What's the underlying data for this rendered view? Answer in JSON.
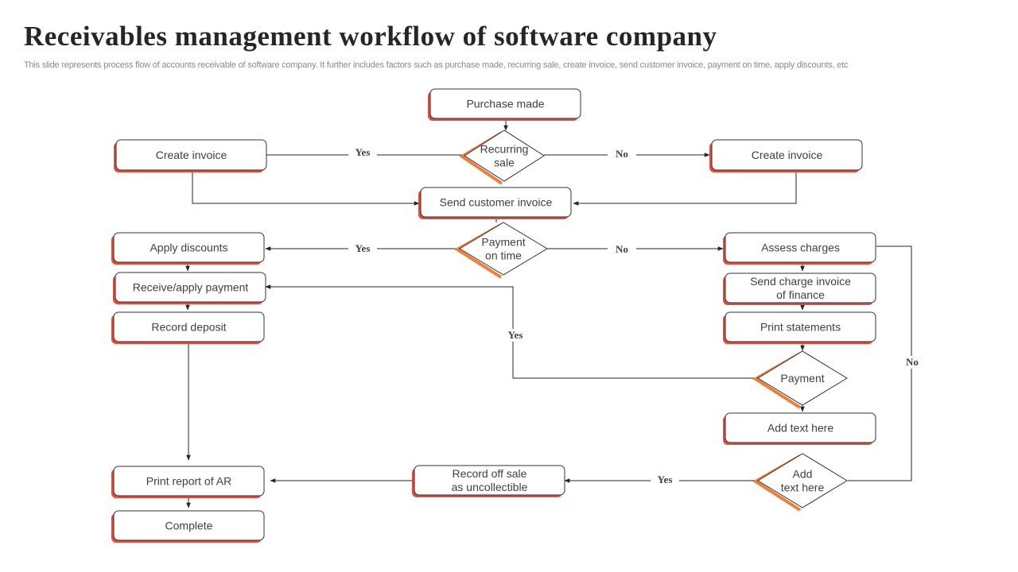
{
  "header": {
    "title": "Receivables management workflow of software company",
    "subtitle": "This slide represents process flow of accounts receivable of software company. It further includes factors such as purchase made, recurring sale, create invoice, send customer invoice, payment on time, apply discounts, etc"
  },
  "colors": {
    "accent_red": "#e04a3a",
    "accent_orange": "#ef7d3c",
    "border": "#333333",
    "text": "#404040"
  },
  "nodes": {
    "purchase_made": "Purchase made",
    "recurring_sale": [
      "Recurring",
      "sale"
    ],
    "create_invoice_left": "Create invoice",
    "create_invoice_right": "Create invoice",
    "send_customer_invoice": "Send customer invoice",
    "payment_on_time": [
      "Payment",
      "on time"
    ],
    "apply_discounts": "Apply discounts",
    "receive_apply_payment": "Receive/apply payment",
    "record_deposit": "Record deposit",
    "assess_charges": "Assess charges",
    "send_charge_invoice": [
      "Send charge invoice",
      "of finance"
    ],
    "print_statements": "Print statements",
    "payment": "Payment",
    "add_text_box": "Add text here",
    "add_text_diamond": [
      "Add",
      "text here"
    ],
    "record_off_sale": [
      "Record off sale",
      "as uncollectible"
    ],
    "print_report": "Print report of AR",
    "complete": "Complete"
  },
  "edge_labels": {
    "recurring_yes": "Yes",
    "recurring_no": "No",
    "ontime_yes": "Yes",
    "ontime_no": "No",
    "payment_yes": "Yes",
    "assess_no": "No",
    "addtext_yes": "Yes"
  }
}
